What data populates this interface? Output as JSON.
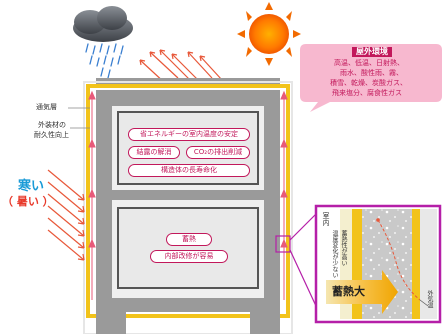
{
  "external": {
    "title": "屋外環境",
    "line1": "高温、低温、日射熱、",
    "line2": "雨水、酸性雨、霧、",
    "line3": "積雪、乾燥、炭酸ガス、",
    "line4": "飛来塩分、腐食性ガス"
  },
  "labels": {
    "ventilation_layer": "通気層",
    "durability_1": "外装材の",
    "durability_2": "耐久性向上",
    "cold": "寒い",
    "hot": "（ 暑い ）"
  },
  "upper_room": {
    "item1": "省エネルギーの室内温度の安定",
    "item2": "結露の解消",
    "item3": "CO₂の排出削減",
    "item4": "構造体の長寿命化"
  },
  "lower_room": {
    "item1": "蓄熱",
    "item2": "内部改修が容易"
  },
  "detail": {
    "indoor": "室内",
    "text1": "温度変化が少ない",
    "text2": "蓄熱性が高い",
    "outdoor": "外気温",
    "arrow_label": "蓄熱大"
  },
  "colors": {
    "wall_gray": "#9a9a9a",
    "insulation_yellow": "#f2c31a",
    "label_magenta": "#c2185b",
    "pink_box": "#f7b8cf",
    "frame_purple": "#b51fa8",
    "arrow_red": "#e8583a"
  }
}
